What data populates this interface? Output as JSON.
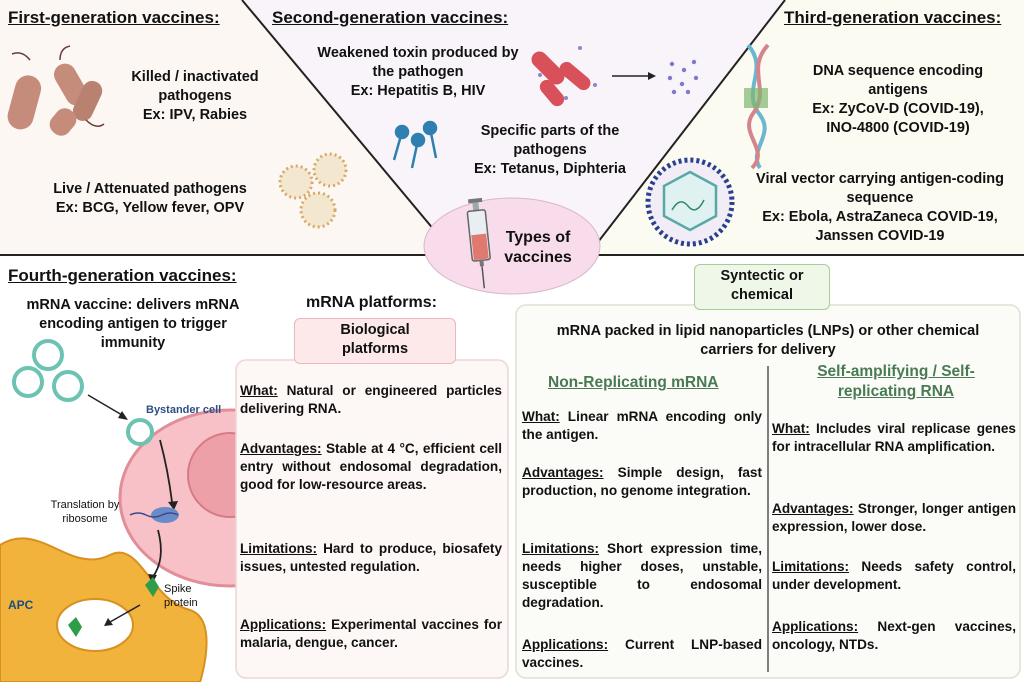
{
  "center": {
    "title": "Types of vaccines"
  },
  "first_gen": {
    "header": "First-generation vaccines:",
    "killed": {
      "line1": "Killed / inactivated",
      "line2": "pathogens",
      "line3": "Ex: IPV, Rabies"
    },
    "live": {
      "line1": "Live / Attenuated pathogens",
      "line2": "Ex: BCG, Yellow fever, OPV"
    }
  },
  "second_gen": {
    "header": "Second-generation vaccines:",
    "toxin": {
      "line1": "Weakened toxin produced by",
      "line2": "the pathogen",
      "line3": "Ex: Hepatitis B, HIV"
    },
    "parts": {
      "line1": "Specific parts of the",
      "line2": "pathogens",
      "line3": "Ex: Tetanus, Diphteria"
    }
  },
  "third_gen": {
    "header": "Third-generation vaccines:",
    "dna": {
      "line1": "DNA sequence encoding",
      "line2": "antigens",
      "line3": "Ex: ZyCoV-D (COVID-19),",
      "line4": "INO-4800 (COVID-19)"
    },
    "viral": {
      "line1": "Viral vector carrying antigen-coding",
      "line2": "sequence",
      "line3": "Ex: Ebola, AstraZaneca COVID-19,",
      "line4": "Janssen COVID-19"
    }
  },
  "fourth_gen": {
    "header": "Fourth-generation vaccines:",
    "mrna_desc": {
      "line1": "mRNA vaccine: delivers  mRNA",
      "line2": "encoding antigen to trigger",
      "line3": "immunity"
    },
    "labels": {
      "bystander": "Bystander cell",
      "translation1": "Translation by",
      "translation2": "ribosome",
      "spike1": "Spike",
      "spike2": "protein",
      "apc": "APC"
    }
  },
  "platforms": {
    "header": "mRNA platforms:",
    "biological": {
      "tag1": "Biological",
      "tag2": "platforms",
      "what_label": "What:",
      "what": "Natural or engineered particles delivering RNA.",
      "adv_label": "Advantages:",
      "adv": "Stable at 4 °C, efficient cell entry without endosomal degradation, good for low-resource areas.",
      "lim_label": "Limitations:",
      "lim": "Hard to produce, biosafety issues, untested regulation.",
      "app_label": "Applications:",
      "app": "Experimental vaccines for malaria, dengue, cancer."
    },
    "synthetic": {
      "tag1": "Syntectic or",
      "tag2": "chemical",
      "intro1": "mRNA packed in lipid nanoparticles (LNPs) or other chemical",
      "intro2": "carriers for delivery",
      "nonrep": {
        "title": "Non-Replicating mRNA",
        "what_label": "What:",
        "what": "Linear mRNA encoding only the antigen.",
        "adv_label": "Advantages:",
        "adv": "Simple design, fast production, no genome integration.",
        "lim_label": "Limitations:",
        "lim": "Short expression time, needs higher doses, unstable, susceptible to endosomal degradation.",
        "app_label": "Applications:",
        "app": "Current LNP-based vaccines."
      },
      "selfamp": {
        "title1": "Self-amplifying / Self-",
        "title2": "replicating RNA",
        "what_label": "What:",
        "what": "Includes viral replicase genes for intracellular RNA amplification.",
        "adv_label": "Advantages:",
        "adv": "Stronger, longer antigen expression, lower dose.",
        "lim_label": "Limitations:",
        "lim": "Needs safety control, under development.",
        "app_label": "Applications:",
        "app": "Next-gen vaccines, oncology, NTDs."
      }
    }
  },
  "colors": {
    "first_bg": "#fdf7f4",
    "second_bg": "#f8f4fa",
    "third_bg": "#fcfbf2",
    "center_bg": "#f8dceb",
    "bio_tag": "#fde8ea",
    "syn_tag": "#eef7e8",
    "green_title": "#4a7a54",
    "bacteria": "#c58c7c",
    "red_bacteria": "#d8505a",
    "blue_icon": "#2f7fb0",
    "cell": "#f3b6bd",
    "apc": "#f2b33d"
  }
}
